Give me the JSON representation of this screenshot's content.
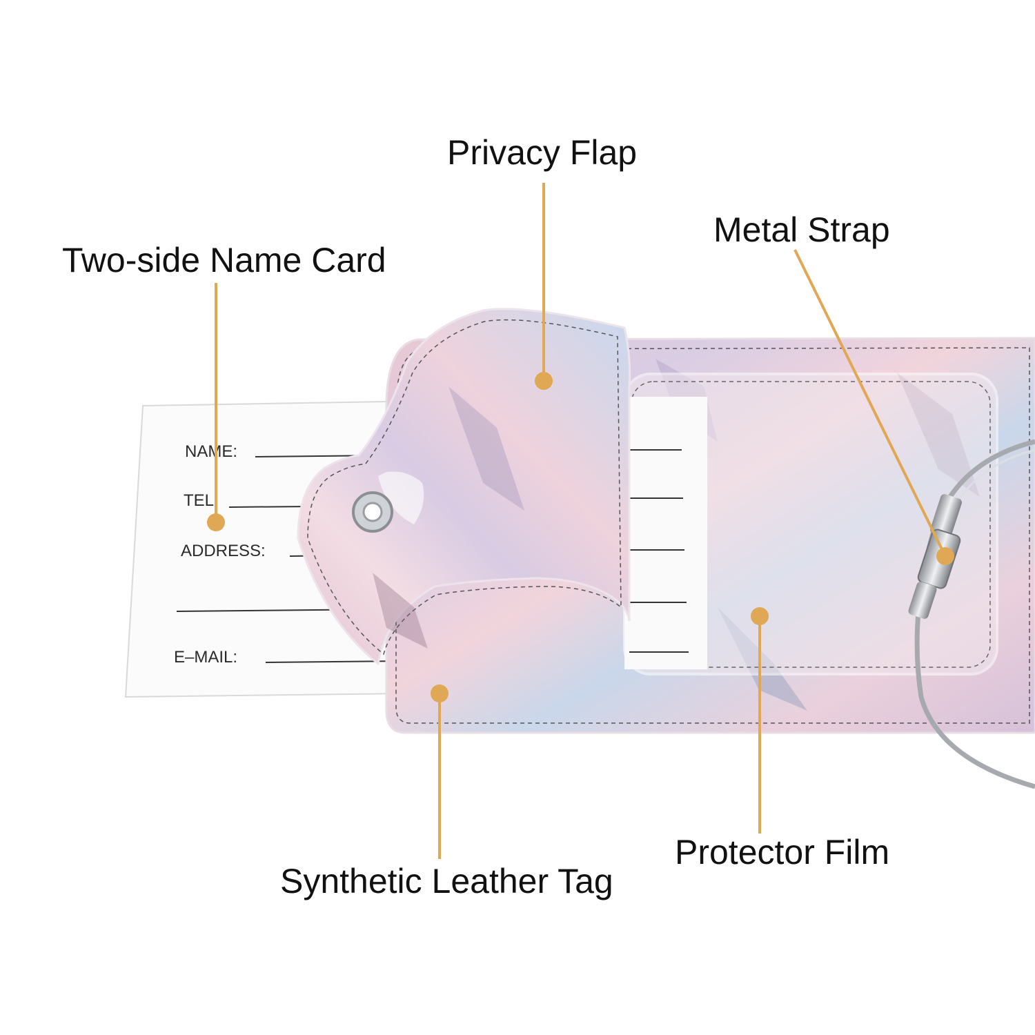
{
  "callouts": {
    "privacy_flap": "Privacy Flap",
    "metal_strap": "Metal Strap",
    "name_card": "Two-side Name Card",
    "leather_tag": "Synthetic Leather Tag",
    "protector_film": "Protector Film"
  },
  "name_card_fields": {
    "name": "NAME:",
    "tel": "TEL:",
    "address": "ADDRESS:",
    "email": "E–MAIL:"
  },
  "colors": {
    "callout_line": "#e0a755",
    "marble_pink": "#ecc6d2",
    "marble_blue": "#bcd4ea",
    "marble_lilac": "#cbbbd9"
  }
}
